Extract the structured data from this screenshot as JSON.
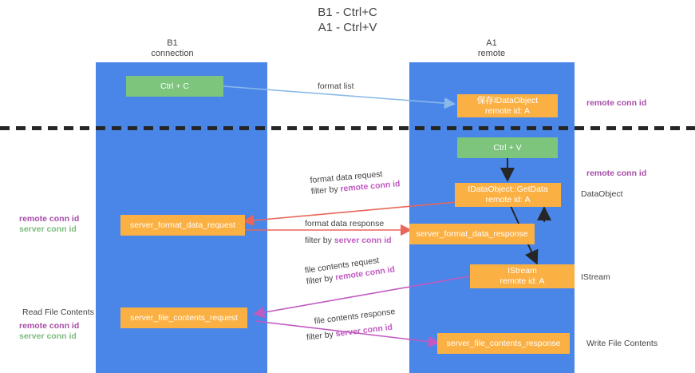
{
  "title": {
    "line1": "B1 - Ctrl+C",
    "line2": "A1 - Ctrl+V"
  },
  "columns": [
    {
      "name": "B1",
      "role": "connection"
    },
    {
      "name": "A1",
      "role": "remote"
    }
  ],
  "boxes": {
    "ctrl_c": "Ctrl + C",
    "save_dataobject_l1": "保存IDataObject",
    "save_dataobject_l2": "remote id: A",
    "ctrl_v": "Ctrl + V",
    "getdata_l1": "IDataObject::GetData",
    "getdata_l2": "remote id: A",
    "server_format_data_request": "server_format_data_request",
    "server_format_data_response": "server_format_data_response",
    "istream_l1": "IStream",
    "istream_l2": "remote id: A",
    "server_file_contents_request": "server_file_contents_request",
    "server_file_contents_response": "server_file_contents_response"
  },
  "arrow_labels": {
    "format_list": "format list",
    "format_data_request": "format data request",
    "format_data_request_filter_prefix": "filter by ",
    "format_data_request_filter_key": "remote conn id",
    "format_data_response": "format data response",
    "format_data_response_filter_prefix": "filter by ",
    "format_data_response_filter_key": "server conn id",
    "file_contents_request": "file contents request",
    "file_contents_request_filter_prefix": "filter by ",
    "file_contents_request_filter_key": "remote conn id",
    "file_contents_response": "file contents response",
    "file_contents_response_filter_prefix": "filter by ",
    "file_contents_response_filter_key": "server conn id"
  },
  "side_labels": {
    "right_remote_conn_id_top": "remote conn id",
    "right_remote_conn_id_mid": "remote conn id",
    "right_dataobject": "DataObject",
    "right_istream": "IStream",
    "right_write_file_contents": "Write File Contents",
    "left_remote_conn_id": "remote conn id",
    "left_server_conn_id": "server conn id",
    "left_read_file_contents": "Read File Contents",
    "left_remote_conn_id2": "remote conn id",
    "left_server_conn_id2": "server conn id"
  },
  "colors": {
    "band": "#4a86e8",
    "green_box": "#7dc47d",
    "orange_box": "#fbb043",
    "purple": "#a64ca6",
    "green_text": "#7dbb7d",
    "red_arrow": "#e8665a",
    "magenta_arrow": "#c15ac1",
    "light_blue_arrow": "#8ab9e8",
    "dark_arrow": "#262626",
    "text": "#434343"
  }
}
